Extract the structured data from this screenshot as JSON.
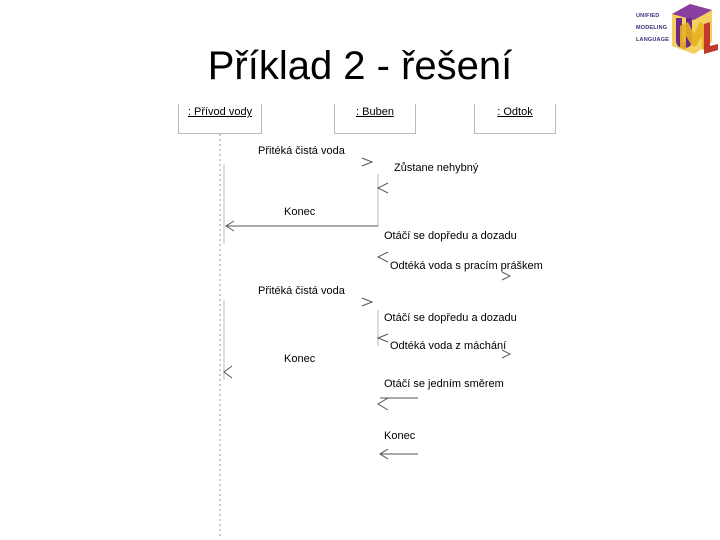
{
  "slide": {
    "title": "Příklad 2 - řešení"
  },
  "logo": {
    "lines": [
      "UNIFIED",
      "MODELING",
      "LANGUAGE"
    ],
    "letters": "UML",
    "colors": {
      "u": "#6a2a8a",
      "m": "#e8b020",
      "l": "#c0392b"
    }
  },
  "lifelines": [
    {
      "label": ": Přívod vody"
    },
    {
      "label": ": Buben"
    },
    {
      "label": ": Odtok"
    }
  ],
  "messages": [
    {
      "text": "Přitéká čistá voda"
    },
    {
      "text": "Zůstane nehybný"
    },
    {
      "text": "Konec"
    },
    {
      "text": "Otáčí se dopředu a dozadu"
    },
    {
      "text": "Odtéká voda s pracím práškem"
    },
    {
      "text": "Přitéká čistá voda"
    },
    {
      "text": "Otáčí se dopředu a dozadu"
    },
    {
      "text": "Odtéká voda z máchání"
    },
    {
      "text": "Konec"
    },
    {
      "text": "Otáčí se jedním směrem"
    },
    {
      "text": "Konec"
    }
  ]
}
